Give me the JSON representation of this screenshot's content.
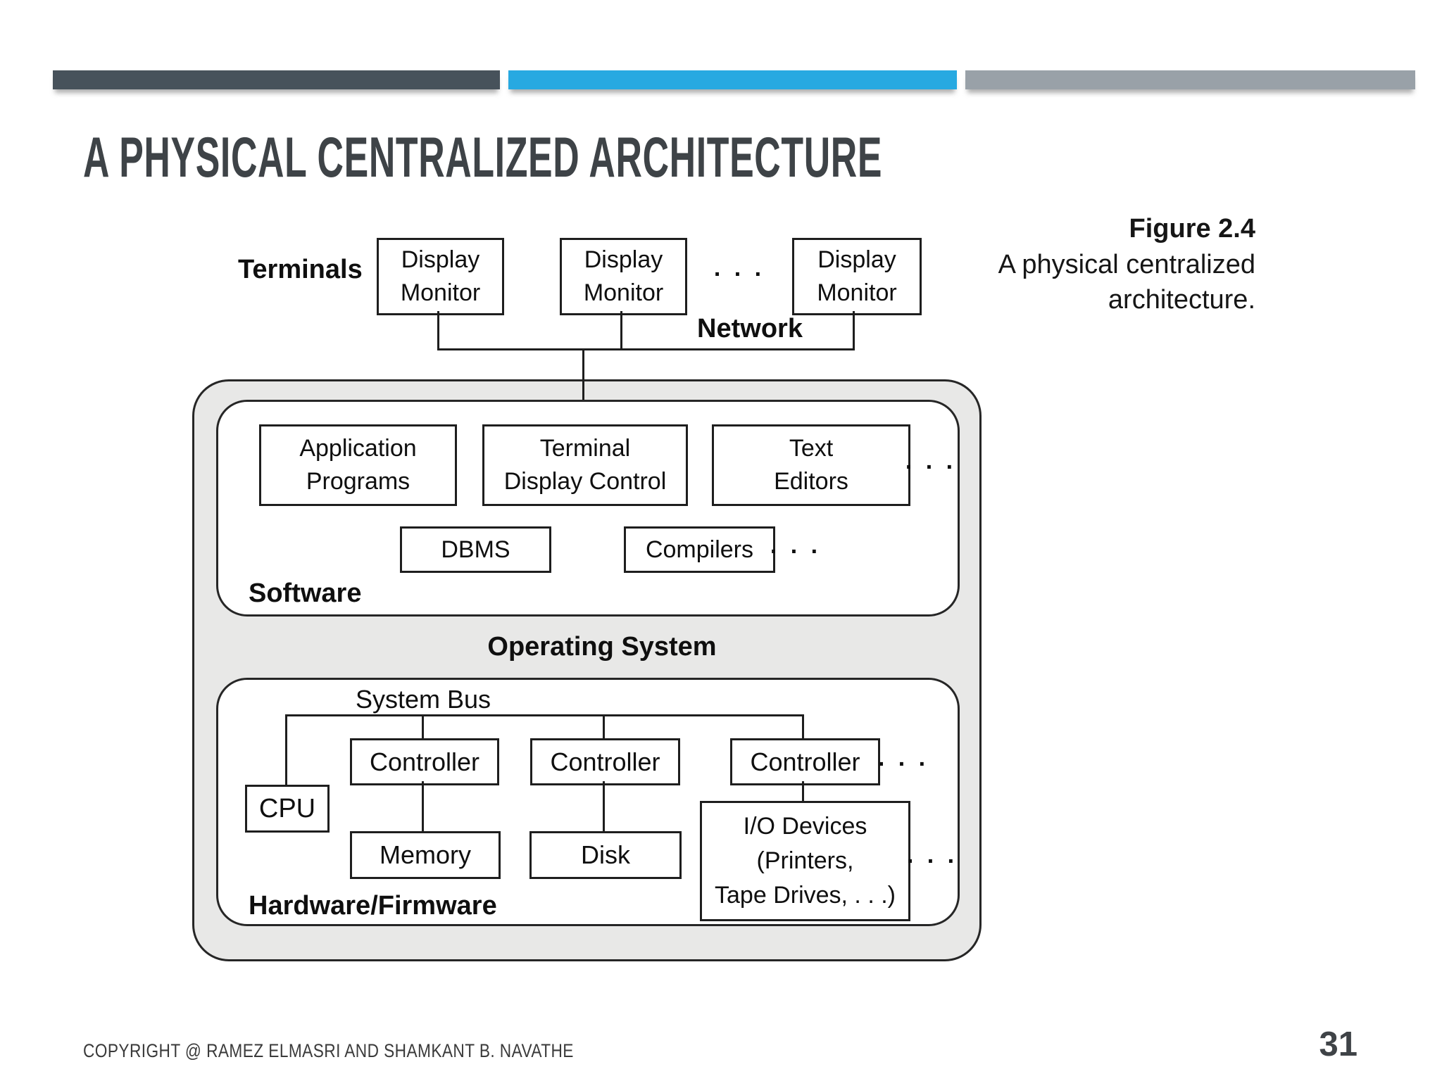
{
  "slide": {
    "title": "A PHYSICAL CENTRALIZED ARCHITECTURE",
    "footer": "COPYRIGHT @ RAMEZ ELMASRI AND SHAMKANT B. NAVATHE",
    "page_number": "31",
    "accent_bars": {
      "dark": "#47525b",
      "blue": "#27a9e1",
      "gray": "#99a1a8"
    }
  },
  "figure": {
    "caption_title": "Figure 2.4",
    "caption_line1": "A physical centralized",
    "caption_line2": "architecture."
  },
  "diagram": {
    "ellipsis": ". . .",
    "terminals_label": "Terminals",
    "network_label": "Network",
    "monitors": [
      "Display\nMonitor",
      "Display\nMonitor",
      "Display\nMonitor"
    ],
    "software": {
      "label": "Software",
      "row1": [
        "Application\nPrograms",
        "Terminal\nDisplay Control",
        "Text\nEditors"
      ],
      "row2": [
        "DBMS",
        "Compilers"
      ]
    },
    "operating_system_label": "Operating System",
    "hardware": {
      "label": "Hardware/Firmware",
      "system_bus_label": "System Bus",
      "cpu": "CPU",
      "controllers": [
        "Controller",
        "Controller",
        "Controller"
      ],
      "memory": "Memory",
      "disk": "Disk",
      "io_devices": "I/O Devices\n(Printers,\nTape Drives, . . .)"
    }
  }
}
